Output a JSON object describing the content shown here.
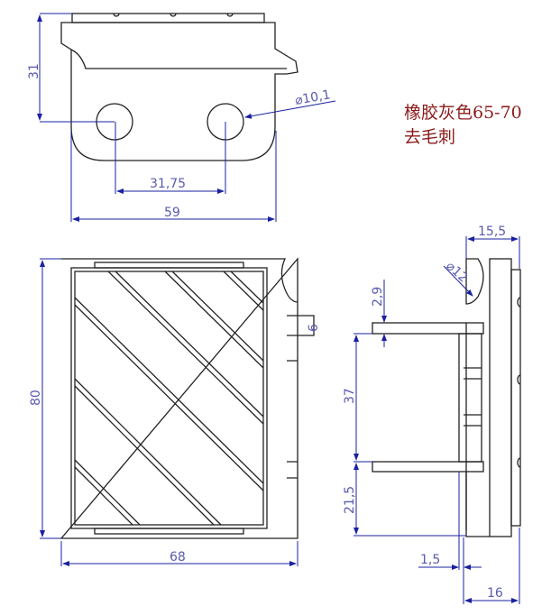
{
  "dimensions": {
    "top_height": "31",
    "hole_diameter": "⌀10,1",
    "hole_spacing": "31,75",
    "top_width": "59",
    "front_height": "80",
    "front_width": "68",
    "tab_size": "6",
    "side_depth_top": "15,5",
    "groove_diameter": "⌀12",
    "shelf_thickness": "2,9",
    "shelf_spacing": "37",
    "bottom_offset": "21,5",
    "wall_thickness": "1,5",
    "side_depth_bottom": "16"
  },
  "note": {
    "line1": "橡胶灰色65-70",
    "line2": "去毛刺"
  },
  "colors": {
    "dimension": "#1a22a0",
    "note": "#8b1a1a",
    "outline": "#222222"
  }
}
